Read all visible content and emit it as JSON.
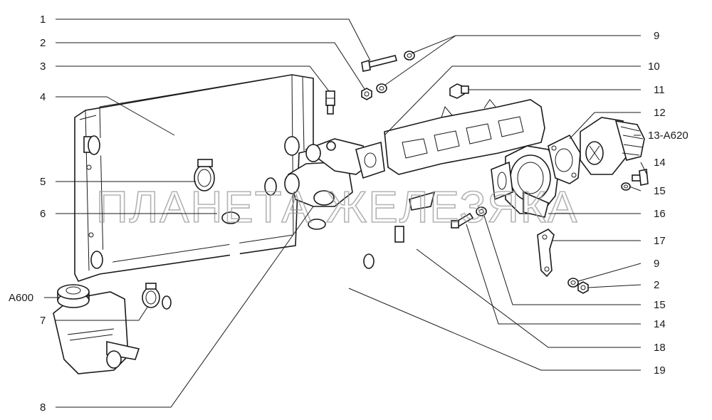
{
  "watermark": "ПЛАНЕТА ЖЕЛЕЗЯКА",
  "callouts_left": [
    {
      "id": "c1",
      "label": "1"
    },
    {
      "id": "c2",
      "label": "2"
    },
    {
      "id": "c3",
      "label": "3"
    },
    {
      "id": "c4",
      "label": "4"
    },
    {
      "id": "c5",
      "label": "5"
    },
    {
      "id": "c6",
      "label": "6"
    },
    {
      "id": "cA600",
      "label": "A600"
    },
    {
      "id": "c7",
      "label": "7"
    },
    {
      "id": "c8",
      "label": "8"
    }
  ],
  "callouts_right": [
    {
      "id": "c9a",
      "label": "9"
    },
    {
      "id": "c10",
      "label": "10"
    },
    {
      "id": "c11",
      "label": "11"
    },
    {
      "id": "c12",
      "label": "12"
    },
    {
      "id": "c13",
      "label": "13-A620"
    },
    {
      "id": "c14a",
      "label": "14"
    },
    {
      "id": "c15a",
      "label": "15"
    },
    {
      "id": "c16",
      "label": "16"
    },
    {
      "id": "c17",
      "label": "17"
    },
    {
      "id": "c9b",
      "label": "9"
    },
    {
      "id": "c2b",
      "label": "2"
    },
    {
      "id": "c15b",
      "label": "15"
    },
    {
      "id": "c14b",
      "label": "14"
    },
    {
      "id": "c18",
      "label": "18"
    },
    {
      "id": "c19",
      "label": "19"
    }
  ]
}
